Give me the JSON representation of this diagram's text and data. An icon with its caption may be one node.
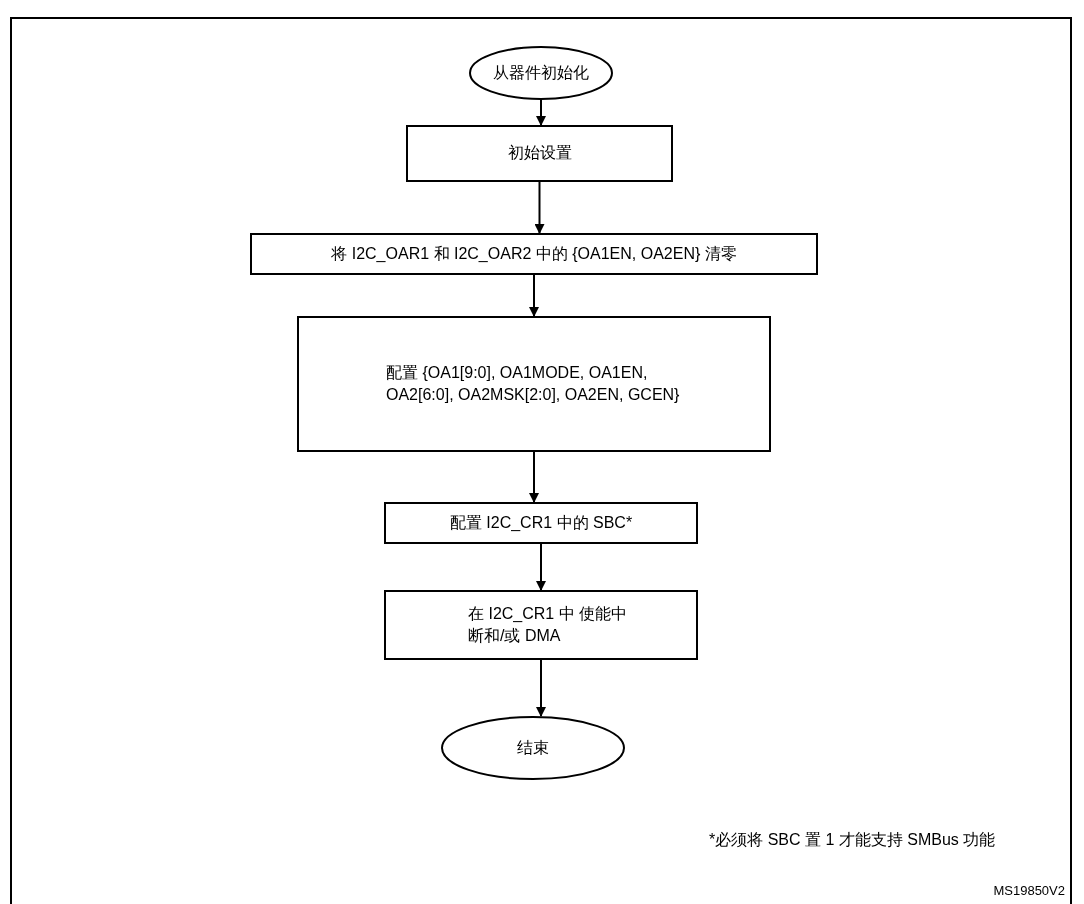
{
  "diagram": {
    "nodes": [
      {
        "text": [
          "从器件初始化"
        ]
      },
      {
        "text": [
          "初始设置"
        ]
      },
      {
        "text": [
          "将 I2C_OAR1 和 I2C_OAR2 中的 {OA1EN, OA2EN} 清零"
        ]
      },
      {
        "text": [
          "配置 {OA1[9:0], OA1MODE, OA1EN, OA2[6:0], OA2MSK[2:0], OA2EN, GCEN}"
        ]
      },
      {
        "text": [
          "配置 I2C_CR1 中的 SBC*"
        ]
      },
      {
        "text": [
          "在 I2C_CR1 中 使能中断和/或 DMA"
        ]
      },
      {
        "text": [
          "结束"
        ]
      }
    ],
    "edges": [
      {
        "from": 0,
        "to": 1,
        "arrow": "to"
      },
      {
        "from": 1,
        "to": 2,
        "arrow": "to"
      },
      {
        "from": 2,
        "to": 3,
        "arrow": "to"
      },
      {
        "from": 3,
        "to": 4,
        "arrow": "to"
      },
      {
        "from": 4,
        "to": 5,
        "arrow": "to"
      },
      {
        "from": 5,
        "to": 6,
        "arrow": "to"
      }
    ],
    "labels": [
      "*必须将 SBC 置 1 才能支持 SMBus 功能",
      "MS19850V2"
    ]
  }
}
